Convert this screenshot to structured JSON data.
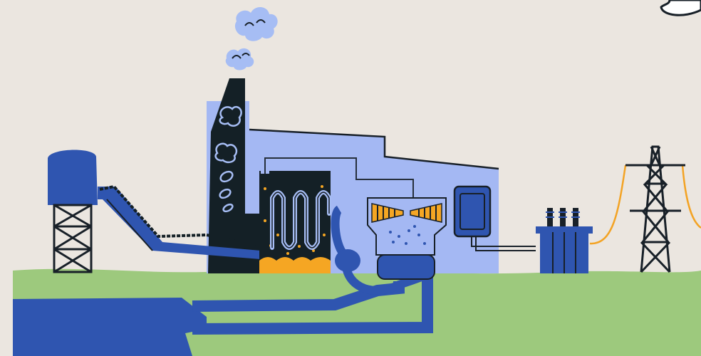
{
  "colors": {
    "background": "#ebe6e0",
    "ground": "#9dc97d",
    "building": "#a4b8f3",
    "dark_blue": "#2f55b0",
    "ink": "#182028",
    "coal": "#142026",
    "flame": "#f5a623",
    "smoke": "#a6bdf4",
    "power_line": "#f3a324"
  },
  "components": [
    {
      "name": "water-tower",
      "icon": "water-tower-icon"
    },
    {
      "name": "coal-conveyor",
      "icon": "conveyor-icon"
    },
    {
      "name": "smokestack",
      "icon": "smokestack-icon"
    },
    {
      "name": "boiler",
      "icon": "boiler-icon"
    },
    {
      "name": "steam-turbine",
      "icon": "turbine-icon"
    },
    {
      "name": "condenser",
      "icon": "condenser-icon"
    },
    {
      "name": "generator",
      "icon": "generator-icon"
    },
    {
      "name": "transformer",
      "icon": "transformer-icon"
    },
    {
      "name": "transmission-tower",
      "icon": "pylon-icon"
    },
    {
      "name": "water-reservoir",
      "icon": "reservoir-icon"
    }
  ]
}
